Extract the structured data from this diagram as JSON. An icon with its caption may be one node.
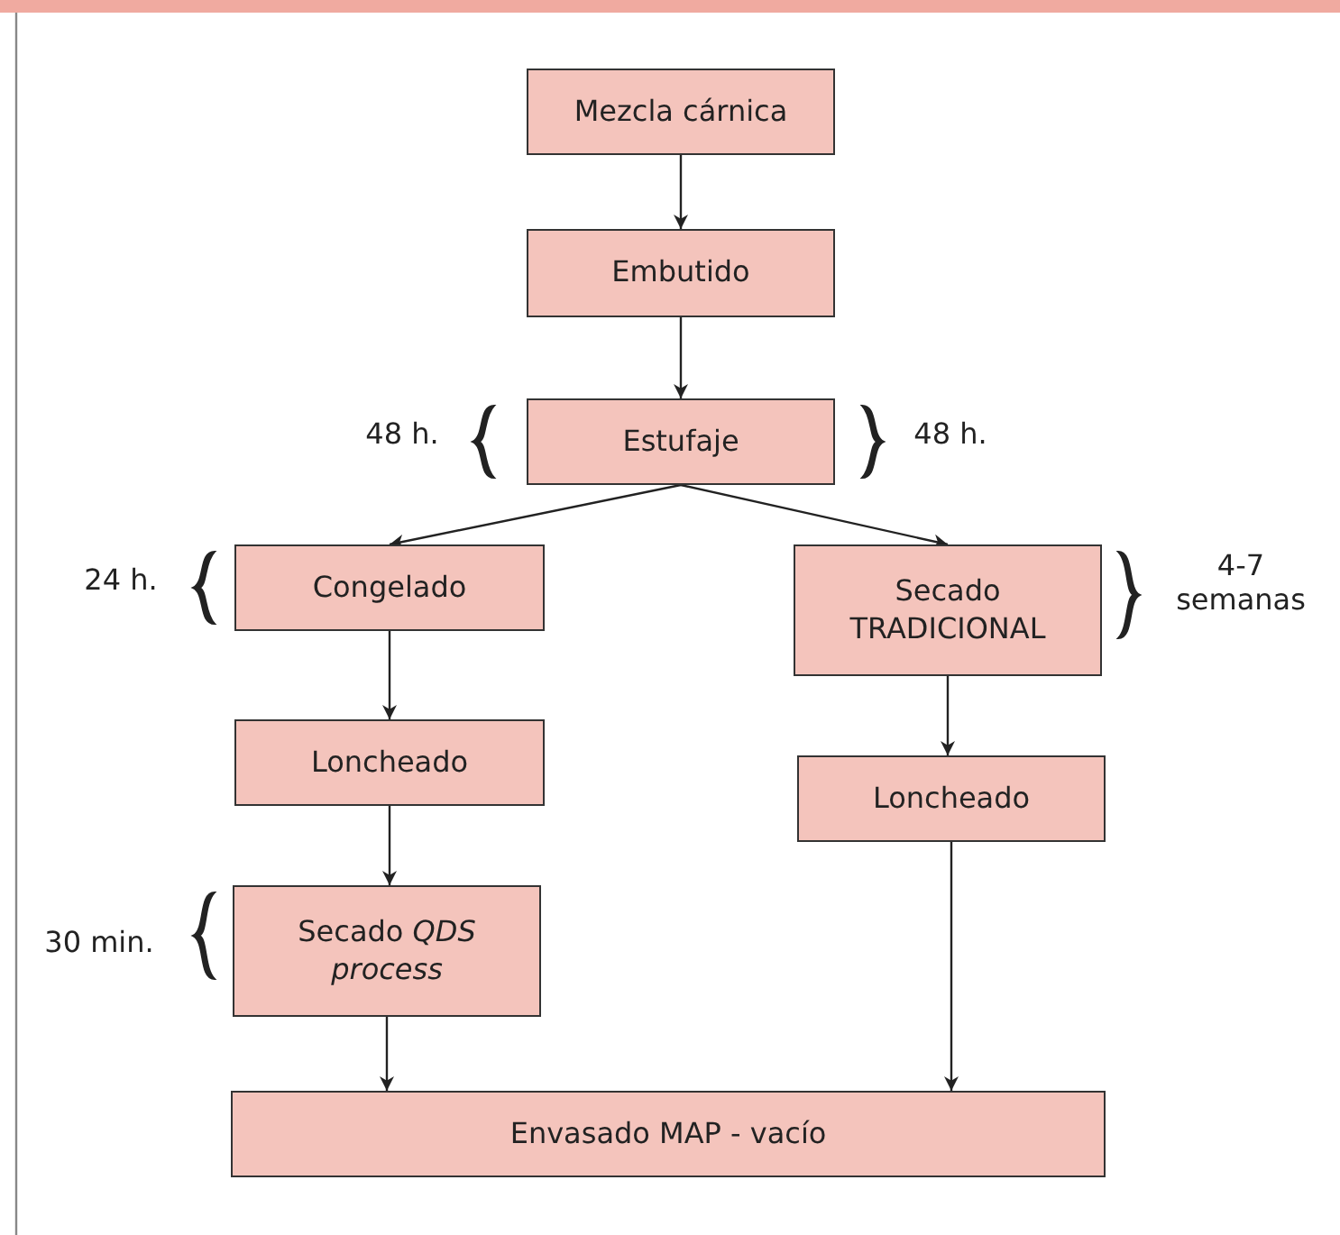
{
  "diagram": {
    "nodes": [
      {
        "text": [
          "Mezcla cárnica"
        ]
      },
      {
        "text": [
          "Embutido"
        ]
      },
      {
        "text": [
          "Estufaje"
        ],
        "beside": [
          "48 h.",
          "48 h."
        ]
      },
      {
        "text": [
          "Congelado"
        ],
        "beside": [
          "24 h."
        ]
      },
      {
        "text": [
          "Secado TRADICIONAL"
        ],
        "beside": [
          "4-7 semanas"
        ]
      },
      {
        "text": [
          "Loncheado"
        ]
      },
      {
        "text": [
          "Secado *QDS process*"
        ],
        "beside": [
          "30 min."
        ]
      },
      {
        "text": [
          "Loncheado"
        ]
      },
      {
        "text": [
          "Envasado MAP - vacío"
        ]
      }
    ],
    "edges": [
      {
        "from": 0,
        "to": 1,
        "arrow": "to"
      },
      {
        "from": 1,
        "to": 2,
        "arrow": "to"
      },
      {
        "from": 2,
        "to": 3,
        "arrow": "to"
      },
      {
        "from": 2,
        "to": 4,
        "arrow": "to"
      },
      {
        "from": 3,
        "to": 5,
        "arrow": "to"
      },
      {
        "from": 5,
        "to": 6,
        "arrow": "to"
      },
      {
        "from": 4,
        "to": 7,
        "arrow": "to"
      },
      {
        "from": 7,
        "to": 8,
        "arrow": "to"
      },
      {
        "from": 6,
        "to": 8,
        "arrow": "to"
      }
    ]
  }
}
